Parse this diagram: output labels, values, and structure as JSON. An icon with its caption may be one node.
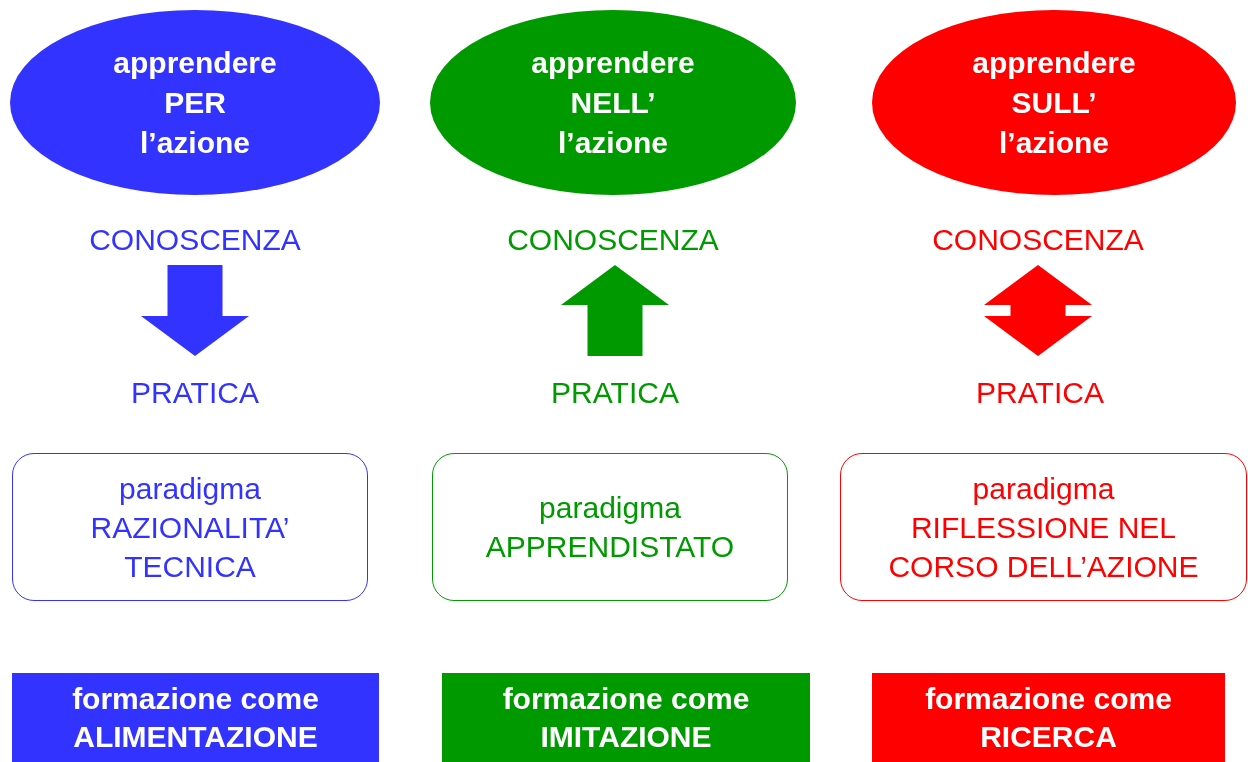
{
  "diagram": {
    "nodes": [
      {
        "text": [
          "apprendere PER l’azione"
        ]
      },
      {
        "text": [
          "apprendere NELL’ l’azione"
        ]
      },
      {
        "text": [
          "apprendere SULL’ l’azione"
        ]
      },
      {
        "text": [
          "CONOSCENZA"
        ]
      },
      {
        "text": [
          "CONOSCENZA"
        ]
      },
      {
        "text": [
          "CONOSCENZA"
        ]
      },
      {
        "text": [
          "PRATICA"
        ]
      },
      {
        "text": [
          "PRATICA"
        ]
      },
      {
        "text": [
          "PRATICA"
        ]
      },
      {
        "text": [
          "paradigma",
          "RAZIONALITA’ TECNICA"
        ]
      },
      {
        "text": [
          "paradigma",
          "APPRENDISTATO"
        ]
      },
      {
        "text": [
          "paradigma",
          "RIFLESSIONE NEL CORSO DELL’AZIONE"
        ]
      },
      {
        "text": [
          "formazione come ALIMENTAZIONE"
        ]
      },
      {
        "text": [
          "formazione come IMITAZIONE"
        ]
      },
      {
        "text": [
          "formazione come RICERCA"
        ]
      }
    ],
    "edges": [
      {
        "from": 3,
        "to": 6,
        "arrow": "to",
        "color": "#3333ff"
      },
      {
        "from": 7,
        "to": 4,
        "arrow": "to",
        "color": "#009900"
      },
      {
        "from": 5,
        "to": 8,
        "arrow": "both",
        "color": "#ff0000"
      }
    ]
  }
}
